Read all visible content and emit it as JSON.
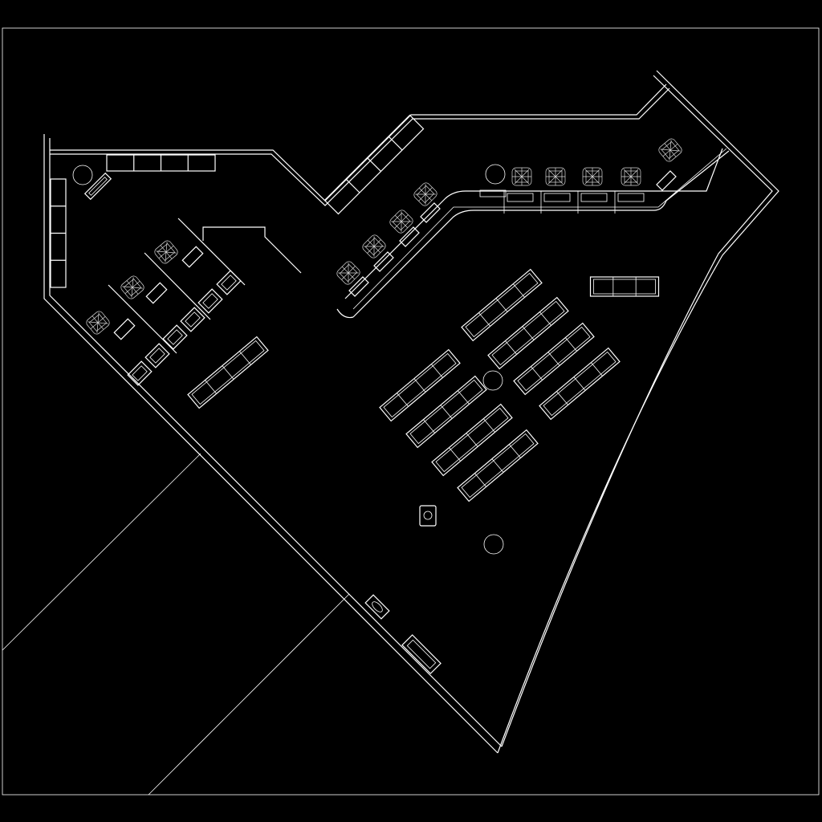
{
  "drawing": {
    "type": "architectural floor plan",
    "background_color": "#000000",
    "line_color": "#ffffff",
    "elements": {
      "bench_rows": 9,
      "sofa": 1,
      "chairs": 12,
      "round_tables": 4,
      "service_counter": 1,
      "shelving_units": 3
    }
  }
}
